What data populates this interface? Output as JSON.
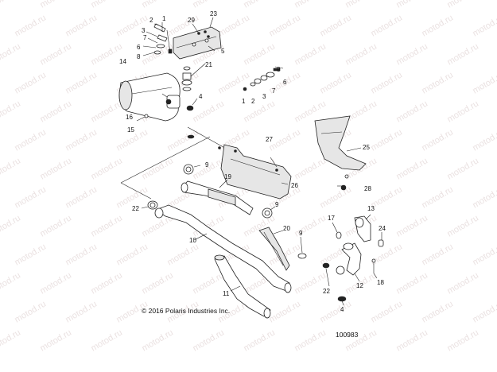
{
  "copyright": "© 2016 Polaris Industries Inc.",
  "diagram_number": "100983",
  "watermark_text": "motod.ru",
  "callouts": {
    "c1a": "1",
    "c2a": "2",
    "c3a": "3",
    "c7a": "7",
    "c6a": "6",
    "c8a": "8",
    "c29": "29",
    "c23": "23",
    "c5": "5",
    "c21": "21",
    "c14": "14",
    "c4a": "4",
    "c16": "16",
    "c15": "15",
    "c8b": "8",
    "c6b": "6",
    "c7b": "7",
    "c3b": "3",
    "c2b": "2",
    "c1b": "1",
    "c27": "27",
    "c25": "25",
    "c9a": "9",
    "c19": "19",
    "c26": "26",
    "c28": "28",
    "c22a": "22",
    "c9b": "9",
    "c10": "10",
    "c20": "20",
    "c9c": "9",
    "c17": "17",
    "c13": "13",
    "c24": "24",
    "c11": "11",
    "c22b": "22",
    "c12": "12",
    "c18": "18",
    "c4b": "4"
  }
}
